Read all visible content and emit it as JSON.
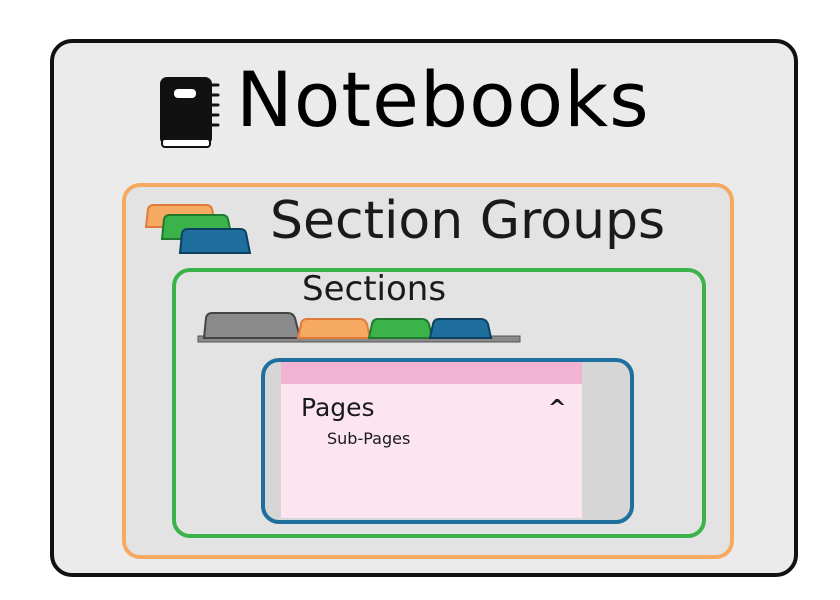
{
  "notebook": {
    "title": "Notebooks",
    "border_color": "#111111",
    "icon": "notebook-icon"
  },
  "section_group": {
    "title": "Section Groups",
    "border_color": "#f5a961",
    "icon": "stacked-tabs-icon",
    "tab_colors": [
      "#f5a961",
      "#3cb34a",
      "#1e6f9e"
    ]
  },
  "section": {
    "title": "Sections",
    "border_color": "#3cb34a",
    "icon": "section-tabs-icon",
    "tab_colors": [
      "#8a8a8a",
      "#f5a961",
      "#3cb34a",
      "#1e6f9e"
    ]
  },
  "page": {
    "title": "Pages",
    "caret": "^",
    "subpage": "Sub-Pages",
    "border_color": "#1e6f9e",
    "header_color": "#f1b2d4",
    "body_color": "#fce4f1"
  }
}
